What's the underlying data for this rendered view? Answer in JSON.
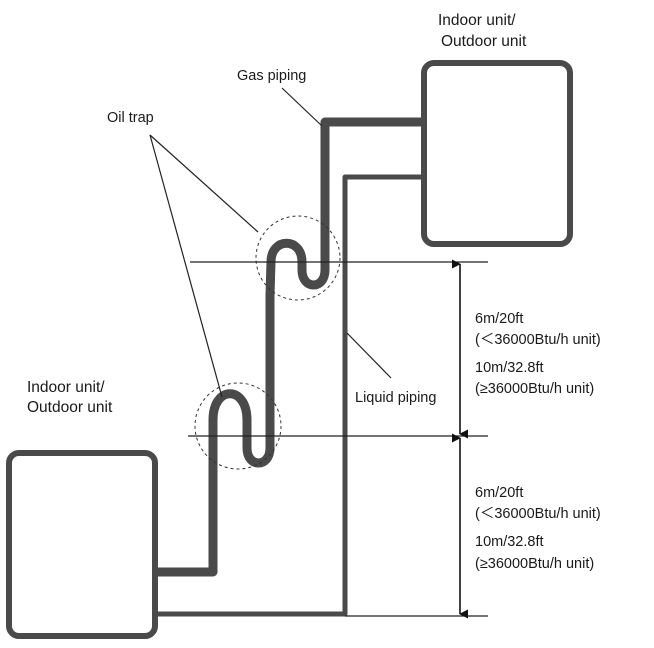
{
  "upper_unit": {
    "line1": "Indoor unit/",
    "line2": "Outdoor unit"
  },
  "lower_unit": {
    "line1": "Indoor unit/",
    "line2": "Outdoor unit"
  },
  "labels": {
    "gas_piping": "Gas piping",
    "oil_trap": "Oil trap",
    "liquid_piping": "Liquid piping"
  },
  "upper_interval": {
    "line1": "6m/20ft",
    "line2": "(＜36000Btu/h unit)",
    "line3": "10m/32.8ft",
    "line4": "(≥36000Btu/h unit)"
  },
  "lower_interval": {
    "line1": "6m/20ft",
    "line2": "(＜36000Btu/h unit)",
    "line3": "10m/32.8ft",
    "line4": "(≥36000Btu/h unit)"
  },
  "colors": {
    "pipe": "#4a4a4a",
    "line": "#222222",
    "text": "#1a1a1a"
  }
}
